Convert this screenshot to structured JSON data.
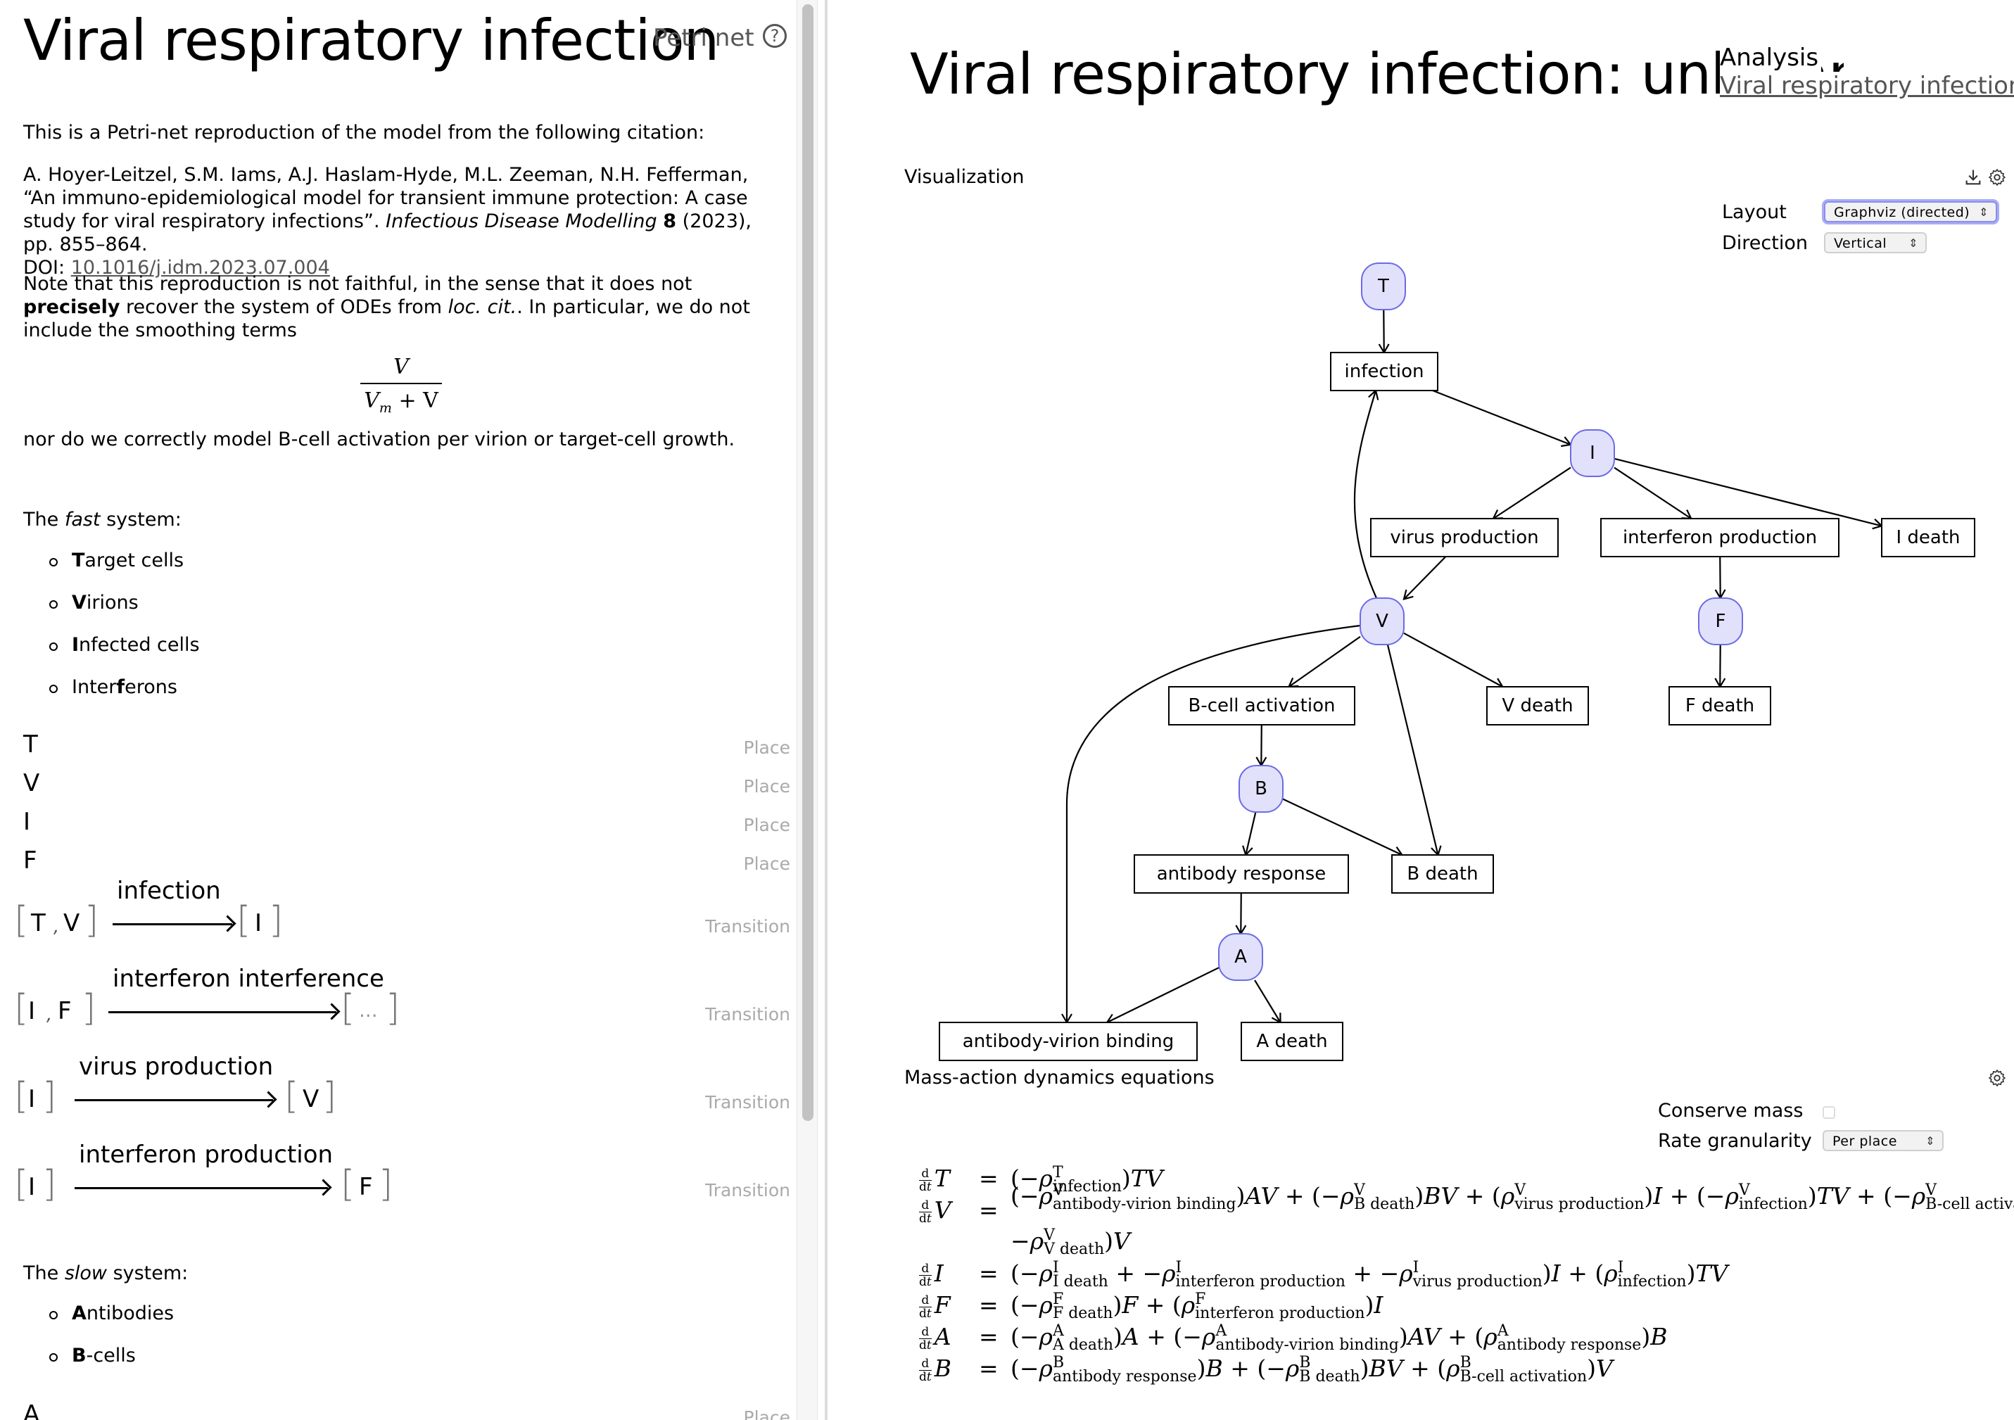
{
  "left": {
    "title": "Viral respiratory infection",
    "doc_kind": "Petri net",
    "help_icon": "question-circle-icon",
    "intro": "This is a Petri-net reproduction of the model from the following citation:",
    "citation": {
      "authors": "A. Hoyer-Leitzel, S.M. Iams, A.J. Haslam-Hyde, M.L. Zeeman, N.H. Fefferman, “An immuno-epidemiological model for transient immune protection: A case study for viral respiratory infections”.",
      "journal": "Infectious Disease Modelling",
      "volume": "8",
      "rest": "(2023), pp. 855–864.",
      "doi_label": "DOI:",
      "doi": "10.1016/j.idm.2023.07.004"
    },
    "note": {
      "part1": "Note that this reproduction is not faithful, in the sense that it does not ",
      "bold": "precisely",
      "part2": " recover the system of ODEs from ",
      "italic": "loc. cit.",
      "part3": ". In particular, we do not include the smoothing terms"
    },
    "formula": {
      "numerator": "V",
      "denominator_var": "V",
      "denominator_sub": "m",
      "denominator_rest": " + V"
    },
    "note_after": "nor do we correctly model B-cell activation per virion or target-cell growth.",
    "fast_system": {
      "prefix": "The ",
      "emph": "fast",
      "suffix": " system:",
      "items": [
        {
          "bold": "T",
          "rest": "arget cells"
        },
        {
          "bold": "V",
          "rest": "irions"
        },
        {
          "bold": "I",
          "rest": "nfected cells"
        },
        {
          "pre": "Inter",
          "bold": "f",
          "rest": "erons"
        }
      ]
    },
    "places": [
      {
        "name": "T",
        "kind": "Place"
      },
      {
        "name": "V",
        "kind": "Place"
      },
      {
        "name": "I",
        "kind": "Place"
      },
      {
        "name": "F",
        "kind": "Place"
      }
    ],
    "transitions": [
      {
        "name": "infection",
        "inputs": [
          "T",
          "V"
        ],
        "outputs": [
          "I"
        ],
        "kind": "Transition"
      },
      {
        "name": "interferon interference",
        "inputs": [
          "I",
          "F"
        ],
        "outputs": [
          "..."
        ],
        "kind": "Transition"
      },
      {
        "name": "virus production",
        "inputs": [
          "I"
        ],
        "outputs": [
          "V"
        ],
        "kind": "Transition"
      },
      {
        "name": "interferon production",
        "inputs": [
          "I"
        ],
        "outputs": [
          "F"
        ],
        "kind": "Transition"
      }
    ],
    "slow_system": {
      "prefix": "The ",
      "emph": "slow",
      "suffix": " system:",
      "items": [
        {
          "bold": "A",
          "rest": "ntibodies"
        },
        {
          "bold": "B",
          "rest": "-cells"
        }
      ]
    },
    "places_slow": [
      {
        "name": "A",
        "kind": "Place"
      }
    ]
  },
  "right": {
    "title": "Viral respiratory infection: unbalanced",
    "analysis_kind": "Analysis",
    "analysis_of_link": "Viral respiratory infection",
    "visualization": {
      "label": "Visualization",
      "download_icon": "download-icon",
      "settings_icon": "gear-icon",
      "layout_label": "Layout",
      "layout_value": "Graphviz (directed)",
      "direction_label": "Direction",
      "direction_value": "Vertical"
    },
    "graph": {
      "place_color": "#e2e1fb",
      "place_stroke": "#6b6be8",
      "places": [
        "T",
        "I",
        "V",
        "F",
        "B",
        "A"
      ],
      "transitions": [
        "infection",
        "virus production",
        "interferon production",
        "I death",
        "B-cell activation",
        "V death",
        "F death",
        "antibody response",
        "B death",
        "antibody-virion binding",
        "A death"
      ],
      "edges": [
        [
          "T",
          "infection"
        ],
        [
          "V",
          "infection"
        ],
        [
          "infection",
          "I"
        ],
        [
          "I",
          "virus production"
        ],
        [
          "I",
          "interferon production"
        ],
        [
          "I",
          "I death"
        ],
        [
          "virus production",
          "V"
        ],
        [
          "interferon production",
          "F"
        ],
        [
          "V",
          "B-cell activation"
        ],
        [
          "V",
          "B death"
        ],
        [
          "V",
          "V death"
        ],
        [
          "V",
          "antibody-virion binding"
        ],
        [
          "F",
          "F death"
        ],
        [
          "B-cell activation",
          "B"
        ],
        [
          "B",
          "antibody response"
        ],
        [
          "B",
          "B death"
        ],
        [
          "antibody response",
          "A"
        ],
        [
          "A",
          "antibody-virion binding"
        ],
        [
          "A",
          "A death"
        ]
      ]
    },
    "dynamics": {
      "label": "Mass-action dynamics equations",
      "settings_icon": "gear-icon",
      "conserve_mass_label": "Conserve mass",
      "conserve_mass_checked": false,
      "rate_granularity_label": "Rate granularity",
      "rate_granularity_value": "Per place",
      "equations": [
        {
          "var": "T",
          "rhs_html": "(−<span class=\"rho\">ρ</span><span class=\"ss\"><span>T</span><span>infection</span></span>)<i>TV</i>"
        },
        {
          "var": "V",
          "rhs_html": "(−<span class=\"rho\">ρ</span><span class=\"ss\"><span>V</span><span>antibody-virion binding</span></span>)<i>AV</i> + (−<span class=\"rho\">ρ</span><span class=\"ss\"><span>V</span><span>B death</span></span>)<i>BV</i> + (<span class=\"rho\">ρ</span><span class=\"ss\"><span>V</span><span>virus production</span></span>)<i>I</i> + (−<span class=\"rho\">ρ</span><span class=\"ss\"><span>V</span><span>infection</span></span>)<i>TV</i> + (−<span class=\"rho\">ρ</span><span class=\"ss\"><span>V</span><span>B-cell activation</span></span> +",
          "rhs2_html": "−<span class=\"rho\">ρ</span><span class=\"ss\"><span>V</span><span>V death</span></span>)<i>V</i>"
        },
        {
          "var": "I",
          "rhs_html": "(−<span class=\"rho\">ρ</span><span class=\"ss\"><span>I</span><span>I death</span></span> + −<span class=\"rho\">ρ</span><span class=\"ss\"><span>I</span><span>interferon production</span></span> + −<span class=\"rho\">ρ</span><span class=\"ss\"><span>I</span><span>virus production</span></span>)<i>I</i> + (<span class=\"rho\">ρ</span><span class=\"ss\"><span>I</span><span>infection</span></span>)<i>TV</i>"
        },
        {
          "var": "F",
          "rhs_html": "(−<span class=\"rho\">ρ</span><span class=\"ss\"><span>F</span><span>F death</span></span>)<i>F</i> + (<span class=\"rho\">ρ</span><span class=\"ss\"><span>F</span><span>interferon production</span></span>)<i>I</i>"
        },
        {
          "var": "A",
          "rhs_html": "(−<span class=\"rho\">ρ</span><span class=\"ss\"><span>A</span><span>A death</span></span>)<i>A</i> + (−<span class=\"rho\">ρ</span><span class=\"ss\"><span>A</span><span>antibody-virion binding</span></span>)<i>AV</i> + (<span class=\"rho\">ρ</span><span class=\"ss\"><span>A</span><span>antibody response</span></span>)<i>B</i>"
        },
        {
          "var": "B",
          "rhs_html": "(−<span class=\"rho\">ρ</span><span class=\"ss\"><span>B</span><span>antibody response</span></span>)<i>B</i> + (−<span class=\"rho\">ρ</span><span class=\"ss\"><span>B</span><span>B death</span></span>)<i>BV</i> + (<span class=\"rho\">ρ</span><span class=\"ss\"><span>B</span><span>B-cell activation</span></span>)<i>V</i>"
        }
      ],
      "ddt_num": "d",
      "ddt_den": "dt",
      "equals": "="
    }
  }
}
